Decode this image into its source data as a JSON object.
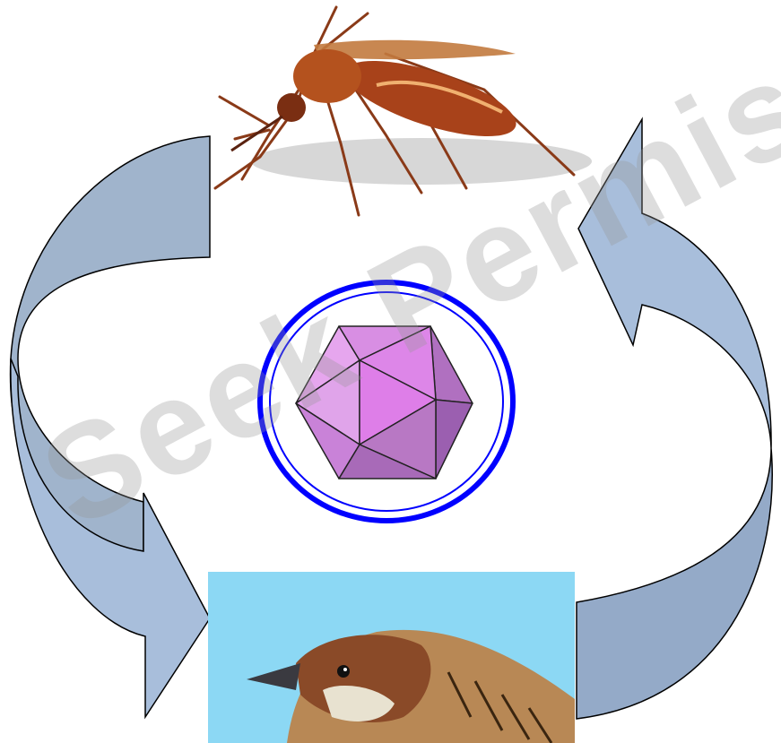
{
  "diagram": {
    "type": "transmission-cycle",
    "nodes": [
      {
        "id": "vector",
        "role": "mosquito-image"
      },
      {
        "id": "pathogen",
        "role": "icosahedral-virus-image"
      },
      {
        "id": "host",
        "role": "sparrow-image"
      }
    ],
    "edges": [
      {
        "from": "vector",
        "to": "host",
        "direction": "counter-clockwise"
      },
      {
        "from": "host",
        "to": "vector",
        "direction": "counter-clockwise"
      }
    ]
  },
  "watermark": {
    "text": "Seek Permission"
  },
  "colors": {
    "arrow_fill": "#a8bedb",
    "arrow_shade": "#94aac8",
    "ring": "#0000ff",
    "virus_faces": [
      "#e6a6ee",
      "#dd86e8",
      "#c982d8",
      "#b070c0",
      "#9b5fb0"
    ],
    "sky": "#8cd8f4",
    "mosquito_body": "#a8421a"
  }
}
